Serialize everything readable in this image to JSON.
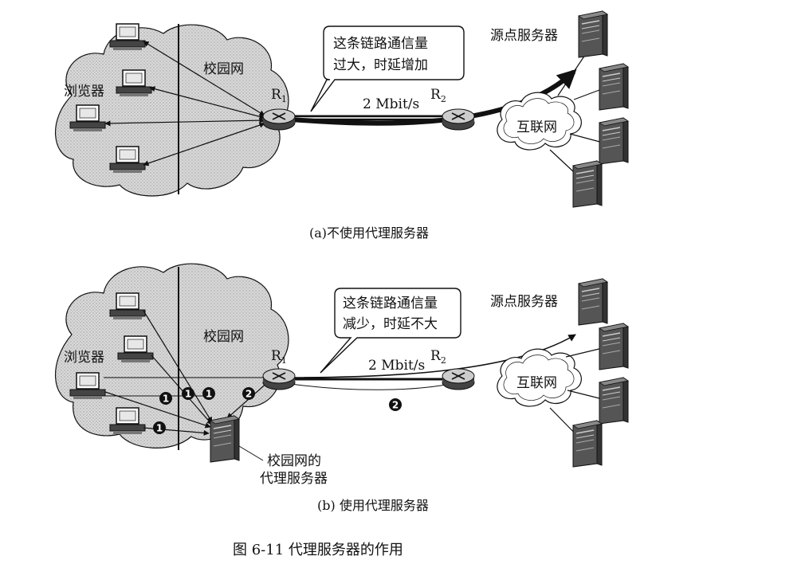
{
  "diagram_a": {
    "callout": [
      "这条链路通信量",
      "过大，时延增加"
    ],
    "campus_label": "校园网",
    "browser_label": "浏览器",
    "origin_server_label": "源点服务器",
    "internet_label": "互联网",
    "r1_label": "R",
    "r1_sub": "1",
    "r2_label": "R",
    "r2_sub": "2",
    "link_speed": "2 Mbit/s",
    "caption": "(a)不使用代理服务器"
  },
  "diagram_b": {
    "callout": [
      "这条链路通信量",
      "减少，时延不大"
    ],
    "campus_label": "校园网",
    "browser_label": "浏览器",
    "origin_server_label": "源点服务器",
    "internet_label": "互联网",
    "r1_label": "R",
    "r1_sub": "1",
    "r2_label": "R",
    "r2_sub": "2",
    "link_speed": "2 Mbit/s",
    "proxy_label": [
      "校园网的",
      "代理服务器"
    ],
    "step_markers": [
      "1",
      "2"
    ],
    "caption": "(b) 使用代理服务器"
  },
  "figure_caption": "图 6-11    代理服务器的作用"
}
